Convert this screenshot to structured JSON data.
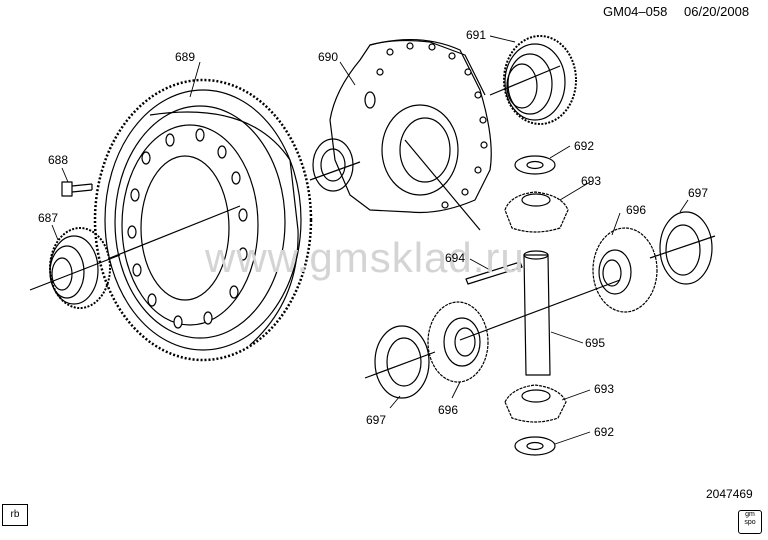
{
  "header": {
    "diagram_code": "GM04–058",
    "date": "06/20/2008"
  },
  "watermark": "www.gmsklad.ru",
  "footer": {
    "illustration_number": "2047469",
    "corner_tag": "rb",
    "logo_line1": "gm",
    "logo_line2": "spo"
  },
  "callouts": [
    {
      "id": "c689",
      "text": "689"
    },
    {
      "id": "c690",
      "text": "690"
    },
    {
      "id": "c691",
      "text": "691"
    },
    {
      "id": "c688",
      "text": "688"
    },
    {
      "id": "c687",
      "text": "687"
    },
    {
      "id": "c692a",
      "text": "692"
    },
    {
      "id": "c693a",
      "text": "693"
    },
    {
      "id": "c697a",
      "text": "697"
    },
    {
      "id": "c696a",
      "text": "696"
    },
    {
      "id": "c694",
      "text": "694"
    },
    {
      "id": "c695",
      "text": "695"
    },
    {
      "id": "c697b",
      "text": "697"
    },
    {
      "id": "c696b",
      "text": "696"
    },
    {
      "id": "c693b",
      "text": "693"
    },
    {
      "id": "c692b",
      "text": "692"
    }
  ]
}
